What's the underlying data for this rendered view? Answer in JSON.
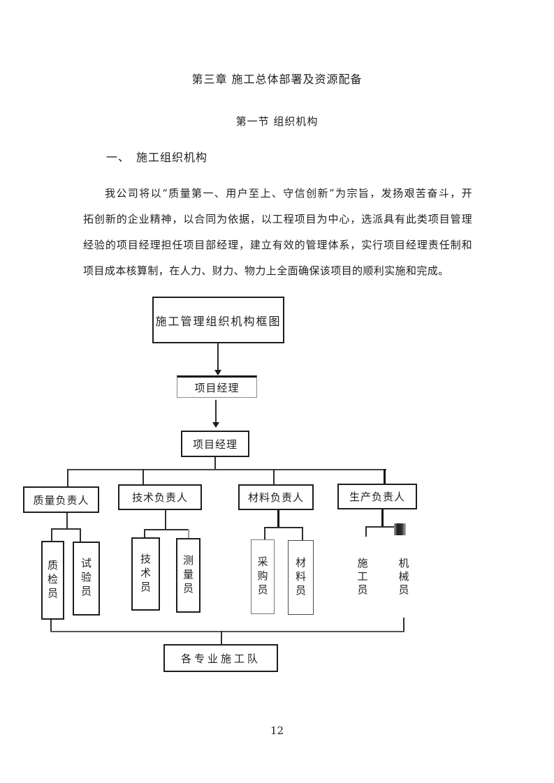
{
  "page": {
    "chapter_title": "第三章 施工总体部署及资源配备",
    "section_title": "第一节 组织机构",
    "heading": "一、　施工组织机构",
    "paragraph": {
      "lines": [
        "我公司将以“质量第一、用户至上、守信创新”为宗旨，发扬艰苦奋斗，开",
        "拓创新的企业精神，以合同为依据，以工程项目为中心，选派具有此类项目管理",
        "经验的项目经理担任项目部经理，建立有效的管理体系，实行项目经理责任制和",
        "项目成本核算制，在人力、财力、物力上全面确保该项目的顺利实施和完成。"
      ]
    },
    "page_number": "12"
  },
  "chart": {
    "title": "施工管理组织机构框图",
    "pm1": "项目经理",
    "pm2": "项目经理",
    "managers": [
      "质量负责人",
      "技术负责人",
      "材料负责人",
      "生产负责人"
    ],
    "staff": [
      "质检员",
      "试验员",
      "技术员",
      "测量员",
      "采购员",
      "材料员",
      "施工员",
      "机械员"
    ],
    "bottom": "各专业施工队"
  },
  "colors": {
    "text": "#1f1f1f",
    "line": "#2e2e2e",
    "background": "#ffffff"
  }
}
